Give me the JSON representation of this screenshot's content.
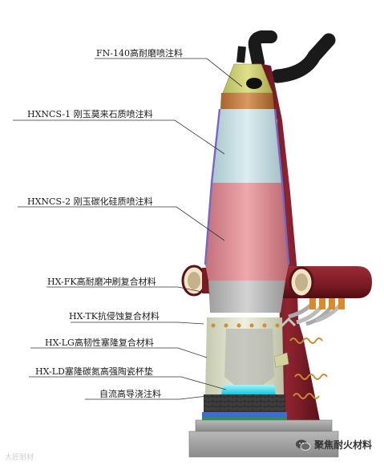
{
  "labels": [
    {
      "id": "fn140",
      "text": "FN-140高耐磨喷注料"
    },
    {
      "id": "hxncs1",
      "text": "HXNCS-1 刚玉莫来石质喷注料"
    },
    {
      "id": "hxncs2",
      "text": "HXNCS-2 刚玉碳化硅质喷注料"
    },
    {
      "id": "hxfk",
      "text": "HX-FK高耐磨冲刷复合材料"
    },
    {
      "id": "hxtk",
      "text": "HX-TK抗侵蚀复合材料"
    },
    {
      "id": "hxlg",
      "text": "HX-LG高韧性塞隆复合材料"
    },
    {
      "id": "hxld",
      "text": "HX-LD塞隆碳氮高强陶瓷杯垫"
    },
    {
      "id": "zlgd",
      "text": "自流高导浇注料"
    }
  ],
  "watermarks": {
    "left": "大匠耐材",
    "right": "聚焦耐火材料"
  },
  "colors": {
    "shell": "#7a1a22",
    "top_cone": "#c8c870",
    "brick_band": "#b9743a",
    "upper_stack": "#c7dde3",
    "shaft": "#d98a90",
    "lower_shaft": "#b8b8b8",
    "hearth_wall": "#d6dcc6",
    "pad_glow": "#29e0f0",
    "base": "#9e9e9e"
  }
}
